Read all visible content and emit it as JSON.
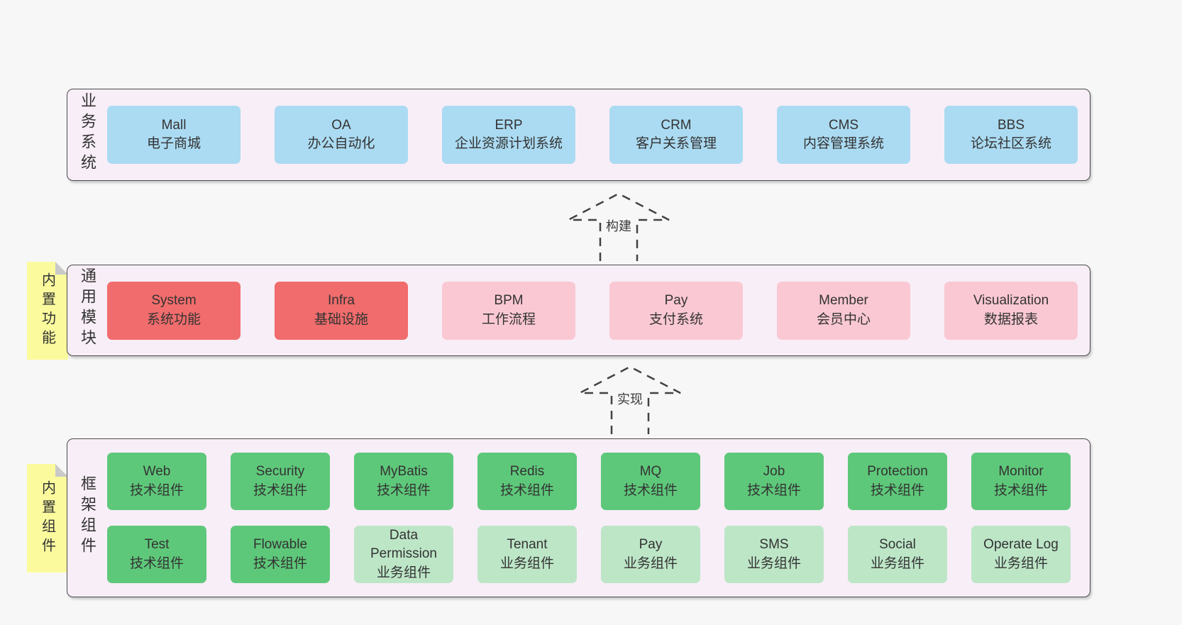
{
  "colors": {
    "page_background": "#F7F7F7",
    "container_fill": "#F8EEF7",
    "container_border": "#4A4A4A",
    "node_blue": "#ABDBF2",
    "node_red": "#F16C6C",
    "node_pink": "#FAC8D3",
    "node_green": "#5EC87A",
    "node_light_green": "#BDE6C7",
    "note_yellow": "#FBFB9E",
    "note_fold_gray": "#C9C9C9",
    "text": "#333333"
  },
  "arrows": [
    {
      "label": "构建"
    },
    {
      "label": "实现"
    }
  ],
  "layers": [
    {
      "label": "业务系统",
      "boxes": [
        {
          "title": "Mall",
          "subtitle": "电子商城"
        },
        {
          "title": "OA",
          "subtitle": "办公自动化"
        },
        {
          "title": "ERP",
          "subtitle": "企业资源计划系统"
        },
        {
          "title": "CRM",
          "subtitle": "客户关系管理"
        },
        {
          "title": "CMS",
          "subtitle": "内容管理系统"
        },
        {
          "title": "BBS",
          "subtitle": "论坛社区系统"
        }
      ]
    },
    {
      "label": "通用模块",
      "note": "内置功能",
      "boxes": [
        {
          "title": "System",
          "subtitle": "系统功能"
        },
        {
          "title": "Infra",
          "subtitle": "基础设施"
        },
        {
          "title": "BPM",
          "subtitle": "工作流程"
        },
        {
          "title": "Pay",
          "subtitle": "支付系统"
        },
        {
          "title": "Member",
          "subtitle": "会员中心"
        },
        {
          "title": "Visualization",
          "subtitle": "数据报表"
        }
      ]
    },
    {
      "label": "框架组件",
      "note": "内置组件",
      "rows": [
        [
          {
            "title": "Web",
            "subtitle": "技术组件"
          },
          {
            "title": "Security",
            "subtitle": "技术组件"
          },
          {
            "title": "MyBatis",
            "subtitle": "技术组件"
          },
          {
            "title": "Redis",
            "subtitle": "技术组件"
          },
          {
            "title": "MQ",
            "subtitle": "技术组件"
          },
          {
            "title": "Job",
            "subtitle": "技术组件"
          },
          {
            "title": "Protection",
            "subtitle": "技术组件"
          },
          {
            "title": "Monitor",
            "subtitle": "技术组件"
          }
        ],
        [
          {
            "title": "Test",
            "subtitle": "技术组件"
          },
          {
            "title": "Flowable",
            "subtitle": "技术组件"
          },
          {
            "title": "Data Permission",
            "subtitle": "业务组件"
          },
          {
            "title": "Tenant",
            "subtitle": "业务组件"
          },
          {
            "title": "Pay",
            "subtitle": "业务组件"
          },
          {
            "title": "SMS",
            "subtitle": "业务组件"
          },
          {
            "title": "Social",
            "subtitle": "业务组件"
          },
          {
            "title": "Operate Log",
            "subtitle": "业务组件"
          }
        ]
      ]
    }
  ]
}
